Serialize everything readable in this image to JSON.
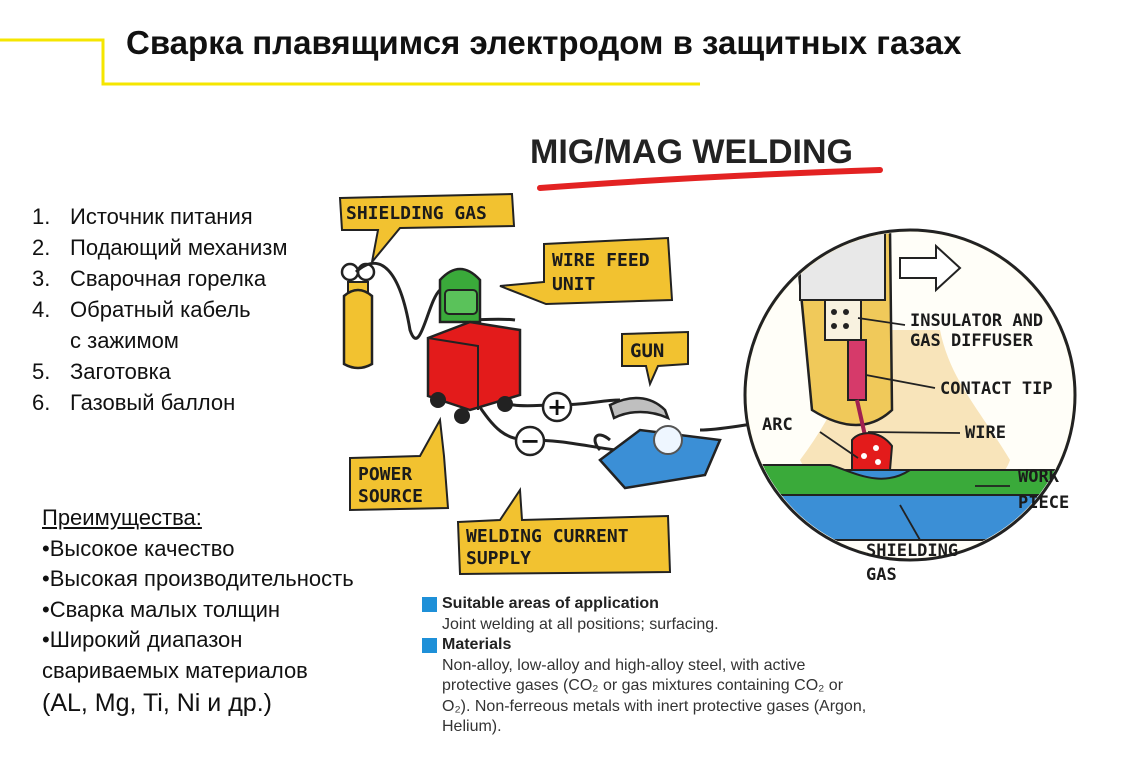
{
  "title": "Сварка плавящимся электродом в защитных газах",
  "list": [
    {
      "num": "1.",
      "text": "Источник питания"
    },
    {
      "num": "2.",
      "text": "Подающий механизм"
    },
    {
      "num": "3.",
      "text": "Сварочная горелка"
    },
    {
      "num": "4.",
      "text": "Обратный кабель"
    },
    {
      "num": "",
      "text": "с зажимом"
    },
    {
      "num": "5.",
      "text": "Заготовка"
    },
    {
      "num": "6.",
      "text": "Газовый баллон"
    }
  ],
  "advantages": {
    "heading": "Преимущества:",
    "items": [
      "•Высокое качество",
      "•Высокая производительность",
      "•Сварка малых толщин",
      "•Широкий диапазон",
      "свариваемых материалов"
    ],
    "last": "(AL, Mg, Ti, Ni и др.)"
  },
  "diagram": {
    "title": "MIG/MAG WELDING",
    "labels": {
      "shielding_gas": "SHIELDING GAS",
      "wire_feed_1": "WIRE FEED",
      "wire_feed_2": "UNIT",
      "gun": "GUN",
      "power_1": "POWER",
      "power_2": "SOURCE",
      "current_1": "WELDING CURRENT",
      "current_2": "SUPPLY",
      "insulator_1": "INSULATOR AND",
      "insulator_2": "GAS DIFFUSER",
      "contact_tip": "CONTACT TIP",
      "arc": "ARC",
      "wire": "WIRE",
      "work_1": "WORK",
      "work_2": "PIECE",
      "shield_1": "SHIELDING",
      "shield_2": "GAS",
      "plus": "+",
      "minus": "−"
    }
  },
  "info": {
    "areas_title": "Suitable areas of application",
    "areas_text": "Joint welding at all positions; surfacing.",
    "materials_title": "Materials",
    "materials_lines": [
      "Non-alloy, low-alloy and high-alloy steel, with active",
      "protective gases (CO₂ or gas mixtures containing CO₂ or",
      "O₂). Non-ferreous metals with inert protective gases (Argon,",
      "Helium)."
    ]
  },
  "colors": {
    "accent_yellow": "#f5e600",
    "label_yellow": "#f2c230",
    "red_machine": "#e31b1b",
    "green_unit": "#3aaa3a",
    "blue_plate": "#3b8fd6",
    "info_square": "#1e90d8"
  }
}
